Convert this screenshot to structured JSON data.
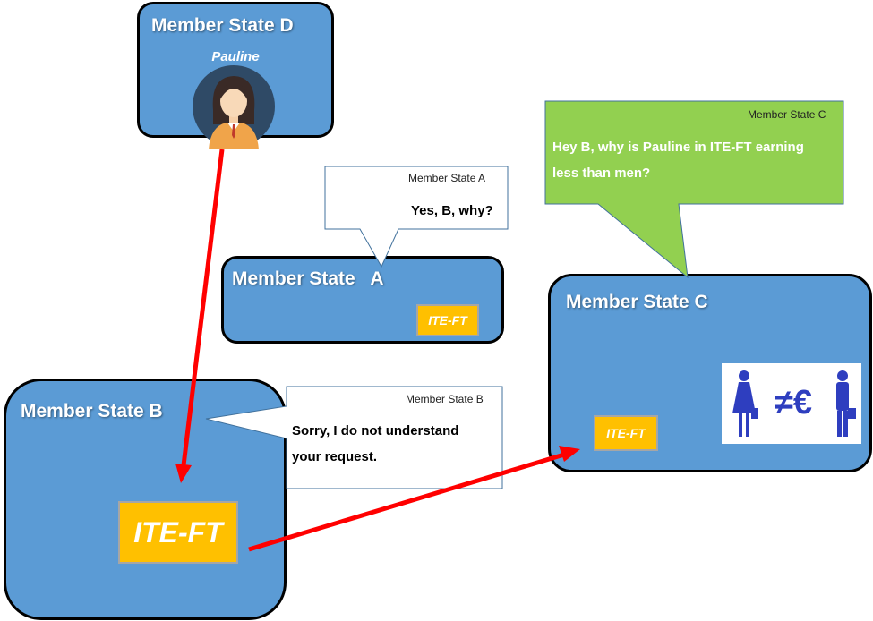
{
  "colors": {
    "box_fill": "#5b9bd5",
    "badge_fill": "#ffc000",
    "arrow": "#ff0000",
    "bubble_c_fill": "#92d050",
    "symbol_blue": "#2e3ebf"
  },
  "boxes": {
    "d": {
      "title": "Member State D",
      "person_name": "Pauline"
    },
    "a": {
      "title": "Member State   A",
      "badge": "ITE-FT"
    },
    "b": {
      "title": "Member State B",
      "badge": "ITE-FT"
    },
    "c": {
      "title": "Member State C",
      "badge": "ITE-FT",
      "symbol": "≠€"
    }
  },
  "bubbles": {
    "a": {
      "speaker": "Member State A",
      "text": "Yes, B, why?"
    },
    "b": {
      "speaker": "Member State B",
      "line1": "Sorry, I do not understand",
      "line2": "your request."
    },
    "c": {
      "speaker": "Member State C",
      "line1": "Hey B, why is Pauline in ITE-FT earning",
      "line2": "less than men?"
    }
  }
}
